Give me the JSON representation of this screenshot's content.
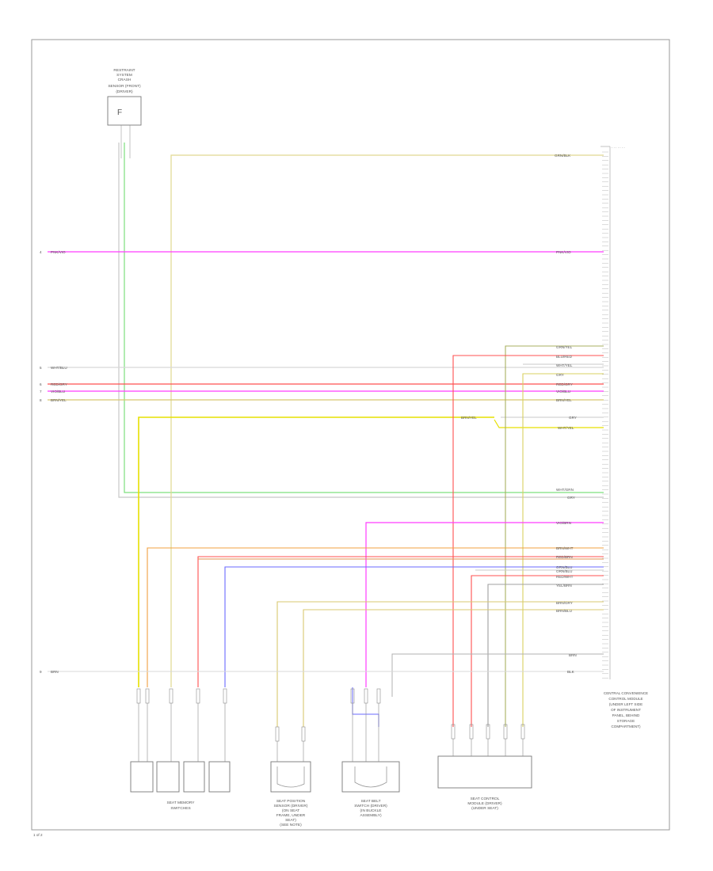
{
  "diagram": {
    "page_number": "1 of 2",
    "colors": {
      "yellow": "#e6e000",
      "dark_yellow": "#d2c84a",
      "pink": "#ff3cff",
      "red": "#ff5050",
      "green": "#7de07d",
      "gray": "#c8c8c8",
      "orange": "#f0a040",
      "blue": "#6a6aff",
      "tan": "#d8c8a0",
      "olive": "#a8b060"
    },
    "components": {
      "top_sensor": {
        "label_lines": [
          "RESTRAINT",
          "SYSTEM",
          "CRASH",
          "SENSOR (FRONT)",
          "(DRIVER)"
        ],
        "glyph": "F"
      },
      "right_module": {
        "label_lines": [
          "CENTRAL CONVENIENCE",
          "CONTROL MODULE",
          "(UNDER LEFT SIDE",
          "OF INSTRUMENT",
          "PANEL, BEHIND",
          "STORAGE",
          "COMPARTMENT)"
        ]
      },
      "bottom_1": {
        "label_lines": [
          "SEAT MEMORY",
          "SWITCHES"
        ]
      },
      "bottom_2": {
        "label_lines": [
          "SEAT POSITION",
          "SENSOR (DRIVER)",
          "(ON SEAT",
          "FRAME, UNDER",
          "SEAT)",
          "(SEE NOTE)"
        ]
      },
      "bottom_3": {
        "label_lines": [
          "SEAT BELT",
          "SWITCH (DRIVER)",
          "(IN BUCKLE",
          "ASSEMBLY)"
        ]
      },
      "bottom_4": {
        "label_lines": [
          "SEAT CONTROL",
          "MODULE (DRIVER)",
          "(UNDER SEAT)"
        ]
      }
    },
    "wire_labels": {
      "w_top": "GRN/BLK",
      "w_pink_left": "PNK/VIO",
      "w_pink_right": "PNK/VIO",
      "w_gray_left": "WHT/BLU",
      "w_red_left": "RED/GRY",
      "w_pnk2_left": "VIO/BLU",
      "w_yel_left": "BRN/YEL",
      "w_r1": "GRN/YEL",
      "w_r2": "BLU/RED",
      "w_r3": "WHT/YEL",
      "w_r4": "GRY",
      "w_r5": "RED/GRY",
      "w_r6": "VIO/BLU",
      "w_r7": "BRN/YEL",
      "w_yel_mid": "BRN/YEL",
      "w_r8": "GRY",
      "w_r9": "WHT/YEL",
      "w_r10": "WHT/GRN",
      "w_r11": "GRY",
      "w_r12": "VIO/BRN",
      "w_r13": "BRN/WHT",
      "w_r14": "RED/BRN",
      "w_r15": "GRN/BLU",
      "w_r16": "ORN/BLU",
      "w_r17": "RED/WHT",
      "w_r18": "YEL/BRN",
      "w_r19": "BRN/GRY",
      "w_r20": "BRN/BLU",
      "w_bot_left": "BRN",
      "w_bot_right": "BRN",
      "w_bot_right2": "BLK"
    },
    "connector_pins": {
      "left_markers": [
        "4",
        "5",
        "6",
        "7",
        "8",
        "9"
      ]
    }
  }
}
